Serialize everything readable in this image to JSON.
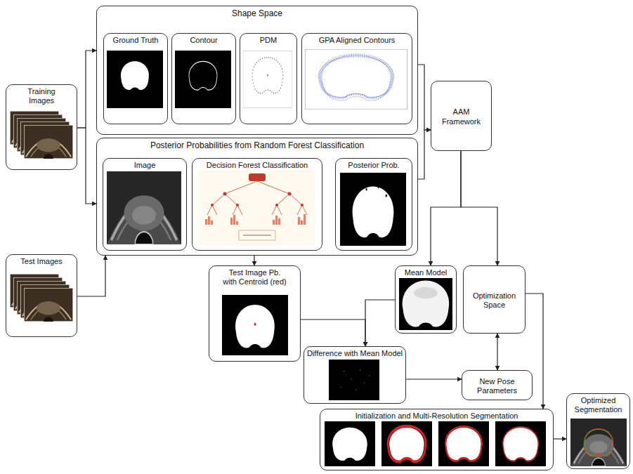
{
  "diagram": {
    "nodes": [
      {
        "text": [
          "Training Images"
        ]
      },
      {
        "text": [
          "Shape Space"
        ]
      },
      {
        "text": [
          "Ground Truth"
        ],
        "in": 1
      },
      {
        "text": [
          "Contour"
        ],
        "in": 1
      },
      {
        "text": [
          "PDM"
        ],
        "in": 1
      },
      {
        "text": [
          "GPA Aligned Contours"
        ],
        "in": 1
      },
      {
        "text": [
          "Posterior Probabilities from Random Forest Classification"
        ]
      },
      {
        "text": [
          "Image"
        ],
        "in": 6
      },
      {
        "text": [
          "Decision Forest Classification"
        ],
        "in": 6
      },
      {
        "text": [
          "Posterior Prob."
        ],
        "in": 6
      },
      {
        "text": [
          "AAM Framework"
        ]
      },
      {
        "text": [
          "Test Images"
        ]
      },
      {
        "text": [
          "Test Image Pb. with Centroid (red)"
        ]
      },
      {
        "text": [
          "Mean Model"
        ]
      },
      {
        "text": [
          "Optimization Space"
        ]
      },
      {
        "text": [
          "Difference with Mean Model"
        ]
      },
      {
        "text": [
          "New Pose Parameters"
        ]
      },
      {
        "text": [
          "Initialization and Multi-Resolution Segmentation"
        ]
      },
      {
        "text": [
          "Optimized Segmentation"
        ]
      }
    ],
    "edges": [
      {
        "from": 0,
        "to": 1,
        "arrow": "to"
      },
      {
        "from": 0,
        "to": 6,
        "arrow": "to"
      },
      {
        "from": 11,
        "to": 6,
        "arrow": "to"
      },
      {
        "from": 1,
        "to": 10,
        "arrow": "to"
      },
      {
        "from": 6,
        "to": 10,
        "arrow": "to"
      },
      {
        "from": 6,
        "to": 12,
        "arrow": "to"
      },
      {
        "from": 10,
        "to": 13,
        "arrow": "to"
      },
      {
        "from": 10,
        "to": 14,
        "arrow": "to"
      },
      {
        "from": 12,
        "to": 15,
        "arrow": "to"
      },
      {
        "from": 13,
        "to": 15,
        "arrow": "to"
      },
      {
        "from": 15,
        "to": 16,
        "arrow": "to"
      },
      {
        "from": 14,
        "to": 16,
        "arrow": "both"
      },
      {
        "from": 14,
        "to": 17,
        "arrow": "to"
      },
      {
        "from": 17,
        "to": 18,
        "arrow": "to"
      }
    ]
  }
}
